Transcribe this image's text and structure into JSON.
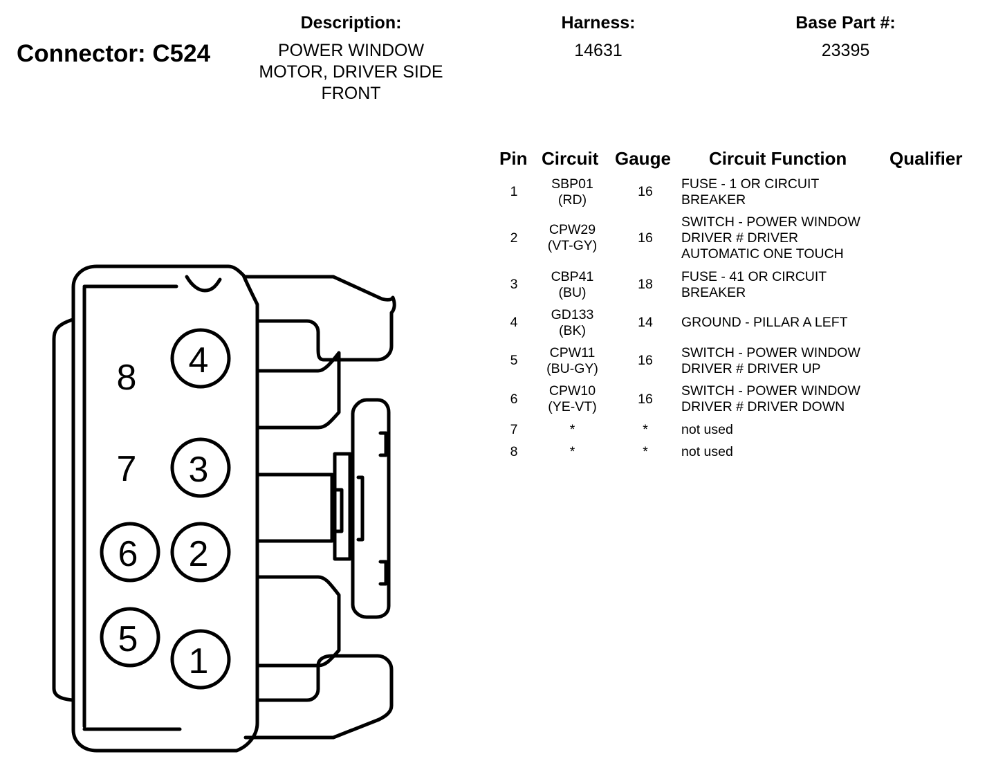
{
  "connector": {
    "title": "Connector: C524"
  },
  "header": {
    "description_label": "Description:",
    "description_lines": [
      "POWER WINDOW",
      "MOTOR, DRIVER SIDE",
      "FRONT"
    ],
    "harness_label": "Harness:",
    "harness_value": "14631",
    "base_part_label": "Base Part #:",
    "base_part_value": "23395"
  },
  "table": {
    "headers": {
      "pin": "Pin",
      "circuit": "Circuit",
      "gauge": "Gauge",
      "function": "Circuit Function",
      "qualifier": "Qualifier"
    },
    "rows": [
      {
        "pin": "1",
        "circuit": [
          "SBP01",
          "(RD)"
        ],
        "gauge": "16",
        "function": [
          "FUSE - 1 OR CIRCUIT",
          "BREAKER"
        ]
      },
      {
        "pin": "2",
        "circuit": [
          "CPW29",
          "(VT-GY)"
        ],
        "gauge": "16",
        "function": [
          "SWITCH - POWER WINDOW",
          "DRIVER # DRIVER",
          "AUTOMATIC ONE TOUCH"
        ]
      },
      {
        "pin": "3",
        "circuit": [
          "CBP41",
          "(BU)"
        ],
        "gauge": "18",
        "function": [
          "FUSE - 41 OR CIRCUIT",
          "BREAKER"
        ]
      },
      {
        "pin": "4",
        "circuit": [
          "GD133",
          "(BK)"
        ],
        "gauge": "14",
        "function": [
          "GROUND - PILLAR A LEFT"
        ]
      },
      {
        "pin": "5",
        "circuit": [
          "CPW11",
          "(BU-GY)"
        ],
        "gauge": "16",
        "function": [
          "SWITCH - POWER WINDOW",
          "DRIVER # DRIVER UP"
        ]
      },
      {
        "pin": "6",
        "circuit": [
          "CPW10",
          "(YE-VT)"
        ],
        "gauge": "16",
        "function": [
          "SWITCH - POWER WINDOW",
          "DRIVER # DRIVER DOWN"
        ]
      },
      {
        "pin": "7",
        "circuit": [
          "*"
        ],
        "gauge": "*",
        "function": [
          "not used"
        ]
      },
      {
        "pin": "8",
        "circuit": [
          "*"
        ],
        "gauge": "*",
        "function": [
          "not used"
        ]
      }
    ]
  },
  "diagram": {
    "pin_labels": [
      "1",
      "2",
      "3",
      "4",
      "5",
      "6",
      "7",
      "8"
    ]
  }
}
